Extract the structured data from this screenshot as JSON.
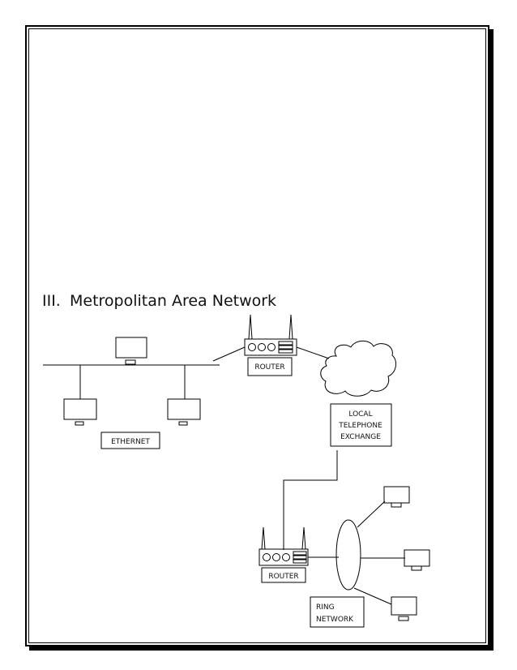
{
  "section": {
    "number": "III.",
    "title": "Metropolitan Area Network"
  },
  "labels": {
    "ethernet": "ETHERNET",
    "router_top": "ROUTER",
    "router_bottom": "ROUTER",
    "exchange_line1": "LOCAL",
    "exchange_line2": "TELEPHONE",
    "exchange_line3": "EXCHANGE",
    "ring_line1": "RING",
    "ring_line2": "NETWORK"
  }
}
